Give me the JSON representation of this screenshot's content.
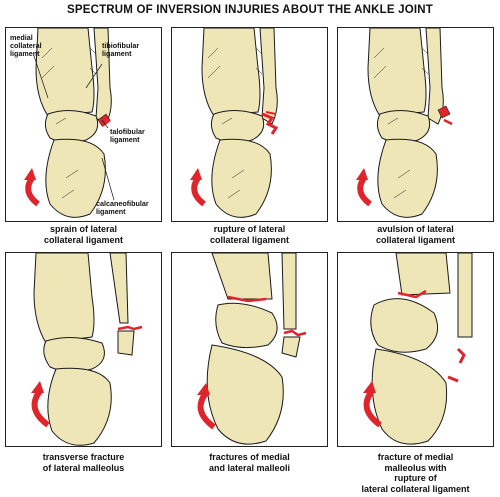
{
  "title": "SPECTRUM OF INVERSION INJURIES ABOUT THE ANKLE JOINT",
  "panels": [
    {
      "caption": [
        "sprain of lateral",
        "collateral ligament"
      ],
      "labels": {
        "medial": [
          "medial",
          "collateral",
          "ligament"
        ],
        "tibiofibular": [
          "tibiofibular",
          "ligament"
        ],
        "talofibular": [
          "talofibular",
          "ligament"
        ],
        "calcaneofibular": [
          "calcaneofibular",
          "ligament"
        ]
      }
    },
    {
      "caption": [
        "rupture of lateral",
        "collateral ligament"
      ]
    },
    {
      "caption": [
        "avulsion of lateral",
        "collateral ligament"
      ]
    },
    {
      "caption": [
        "transverse fracture",
        "of lateral malleolus"
      ]
    },
    {
      "caption": [
        "fractures of medial",
        "and lateral malleoli"
      ]
    },
    {
      "caption": [
        "fracture of medial",
        "malleolus with",
        "rupture of",
        "lateral collateral ligament"
      ]
    }
  ],
  "colors": {
    "bone": "#efe6b8",
    "injury": "#e0242b",
    "outline": "#1a1a1a"
  }
}
